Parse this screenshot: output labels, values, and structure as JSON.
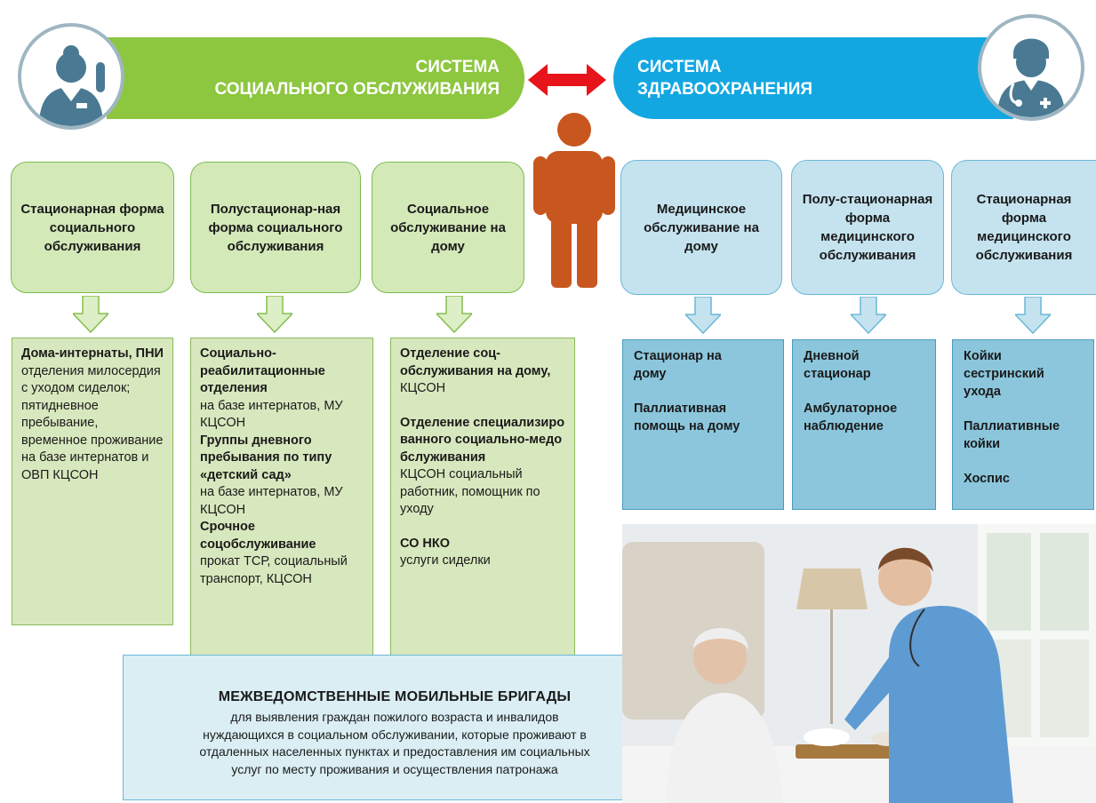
{
  "header": {
    "social_line1": "СИСТЕМА",
    "social_line2": "СОЦИАЛЬНОГО ОБСЛУЖИВАНИЯ",
    "health_line1": "СИСТЕМА",
    "health_line2": "ЗДРАВООХРАНЕНИЯ"
  },
  "social_forms": [
    {
      "title": "Стационарная форма социального обслуживания"
    },
    {
      "title": "Полустационар-ная форма социального обслуживания"
    },
    {
      "title": "Социальное обслуживание на дому"
    }
  ],
  "health_forms": [
    {
      "title": "Медицинское обслуживание на дому"
    },
    {
      "title": "Полу-стационарная форма медицинского обслуживания"
    },
    {
      "title": "Стационарная форма медицинского обслуживания"
    }
  ],
  "social_details": {
    "col1": {
      "b1": "Дома-интернаты, ПНИ",
      "t1": "отделения милосердия с уходом сиделок; пятидневное пребывание, временное проживание на базе интернатов и ОВП КЦСОН"
    },
    "col2": {
      "b1": "Социально-реабилитационные отделения",
      "t1": "на базе интернатов, МУ КЦСОН",
      "b2": "Группы дневного пребывания по типу «детский сад»",
      "t2": "на базе интернатов, МУ КЦСОН",
      "b3": "Срочное соцобслуживание",
      "t3": "прокат ТСР, социальный транспорт, КЦСОН"
    },
    "col3": {
      "b1": "Отделение соц-обслуживания на дому,",
      "t1": "КЦСОН",
      "b2": "Отделение специализированного социально-медобслуживания",
      "t2": "КЦСОН социальный работник, помощник по уходу",
      "b3": "СО НКО",
      "t3": "услуги сиделки"
    }
  },
  "health_details": {
    "col1": {
      "l1": "Стационар на дому",
      "l2": "Паллиативная помощь на дому"
    },
    "col2": {
      "l1": "Дневной стационар",
      "l2": "Амбулаторное наблюдение"
    },
    "col3": {
      "l1": "Койки сестринский ухода",
      "l2": "Паллиативные койки",
      "l3": "Хоспис"
    }
  },
  "mobile": {
    "title": "МЕЖВЕДОМСТВЕННЫЕ МОБИЛЬНЫЕ БРИГАДЫ",
    "line1": "для выявления граждан пожилого возраста и инвалидов",
    "line2": "нуждающихся в социальном обслуживании, которые проживают в",
    "line3": "отдаленных населенных пунктах и предоставления им социальных",
    "line4": "услуг по месту проживания и осуществления патронажа"
  },
  "colors": {
    "green": "#8dc63f",
    "blue": "#13a7e2",
    "red_arrow": "#e8141b",
    "person": "#c8561f"
  },
  "icons": [
    "social-worker-icon",
    "doctor-icon",
    "double-arrow-icon",
    "person-icon",
    "down-arrow-icon"
  ]
}
